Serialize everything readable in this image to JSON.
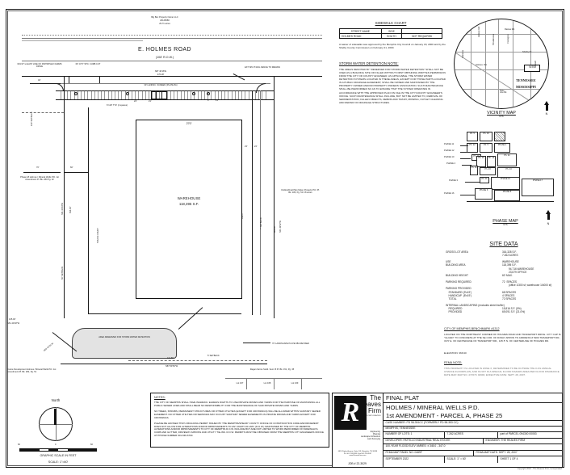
{
  "sheet": {
    "copyright": "copyright 2022 - The Reaves Firm, Incorporated"
  },
  "siteplan": {
    "north_owner": "Big Box Property Owner LLC",
    "north_owner_inst": "20145080",
    "north_owner_acres": "29.71 acres",
    "road_name": "E. HOLMES ROAD",
    "road_row": "(108' R.O.W.)",
    "label_east_line": "619.97' to EAST LINE\nOF DISTRIPLEX\nFARMS DRIVE",
    "label_curbcut": "60' CITY STD.\nCURB CUT",
    "label_splitrail": "EXT SPLIT RAIL\nFENCE TO REMAIN",
    "bearing_top": "S87 40'18\"E",
    "dist_top": "476.28'",
    "label_landsc_screen": "30' LANDSC. SCREEN (PLATE 8A)",
    "label_curb_typ": "6\"x18' TYP.\n(2 spaces)",
    "dim_24": "24'",
    "dim_21": "21'",
    "dim_9": "9'",
    "dim_21b": "21'",
    "dim_19": "19'",
    "building_name": "WAREHOUSE",
    "building_sf": "118,395 S.F.",
    "dim_270": "270'",
    "dim_4385": "438.5'",
    "dim_70": "70'",
    "dim_60": "60'",
    "truck_court": "TRUCK COURT",
    "label_setback_100": "100' SETBACK",
    "label_setback_50": "50' SETBACK",
    "label_setback_7": "7' SETBACK",
    "label_setback_5": "5' SETBACK",
    "label_phase18": "Phase 18\nHolmes / Mineral Wells P.D.\n1st Amendment\nPl. Bk. 280 Pg. 32",
    "label_outline_plan": "Outline/Final Plan\nNolen Property P.D.\nPl. Bk. 183, Pg. 51\n3.8 acres",
    "label_detention": "AREA RESERVED\nFOR STORM WATER\nDETENTION",
    "label_landscape_rev": "70' LANDSCAPE\nPLATE 9B1 REVISED",
    "label_future_dev": "Future Development\nHolmes / Mineral Wells P.D. 1st Amendment\nPl. Bk. 282, Pg. 51",
    "label_ragan": "Ragan Farms Subd. Sect. B\nPl. Bk. 151, Pg. 35",
    "lots": [
      "Lot 167",
      "Lot 168",
      "Lot 169"
    ],
    "bearing_bottom": "N87 50'54\"W",
    "dist_bottom": "116.58'",
    "bearing_west": "S01 41'34\"W",
    "dist_west": "814.00'",
    "bearing_east": "S01 43'52\"W",
    "dist_east": "986.00'",
    "bearing_sw": "N58 40'25\"W",
    "dist_sw": "105.00'",
    "bearing_sw2": "N51 40'18\"W",
    "dim_23": "23'",
    "dim_24b": "24'",
    "dim_9b": "9'"
  },
  "north": {
    "label": "North",
    "scale_caption": "GRAPHIC SCALE IN FEET",
    "scale_value": "SCALE: 1\"=60'",
    "tick_left": "60",
    "tick_mid": "0",
    "tick_right": "60"
  },
  "sidewalk_chart": {
    "title": "SIDEWALK CHART",
    "headers": [
      "STREET NAME",
      "SIDE",
      ""
    ],
    "rows": [
      [
        "HOLMES ROAD",
        "SOUTH",
        "NOT REQUIRED"
      ]
    ],
    "note": "A waiver of sidewalks was approved by the Memphis City Council on January 18, 2000 and by the Shelby County Commission on February 21, 2000."
  },
  "storm_note": {
    "title": "STORM WATER DETENTION NOTE:",
    "body": "THE AREAS DENOTED BY \"RESERVED FOR STORM WATER DETENTION\" SHALL NOT BE USED AS A BUILDING SITE OR FILLED WITHOUT FIRST OBTAINING WRITTEN PERMISSION FROM THE CITY OR COUNTY ENGINEER, AS APPLICABLE. THE STORM WATER DETENTION SYSTEMS LOCATED IN THESE AREAS, EXCEPT FOR THOSE PARTS LOCATED IN A PUBLIC DRAINAGE EASEMENT, SHALL BE OWNED AND MAINTAINED BY THE PROPERTY OWNER AND/OR PROPERTY OWNERS' ASSOCIATION. SUCH MAINTENANCE SHALL BE PERFORMED SO AS TO ENSURE THAT THE SYSTEM OPERATES IN ACCORDANCE WITH THE APPROVED PLAN ON FILE IN THE CITY/COUNTY ENGINEER'S OFFICE. SUCH MAINTENANCE SHALL INCLUDE, BUT NOT BE LIMITED TO, REMOVAL OF SEDIMENTATION, FALLEN OBJECTS, DEBRIS AND TRASH, MOWING, OUTLET CLEANING AND REPAIR OF DRAINAGE STRUCTURES."
  },
  "vicinity_map": {
    "title": "VICINITY MAP",
    "subtitle": "NTS",
    "site_label": "SITE",
    "north_label": "N",
    "state_top": "TENNESSEE",
    "state_bottom": "MISSISSIPPI",
    "roads": [
      "Raines Rd.",
      "Holmes  Rd.",
      "State Line Rd.",
      "Hickory Hill",
      "Tchulahoma",
      "Covington",
      "Shelby Dr.",
      "Swinnea",
      "Hill Rd.",
      "Malone",
      "Airways",
      "Getwell"
    ]
  },
  "phase_map": {
    "title": "PHASE MAP",
    "subtitle": "NTS",
    "north_label": "N",
    "labels": [
      "PHASE 11",
      "PHASE 12",
      "PHASE 10",
      "PHASE 4",
      "PHASE 3",
      "PHASE 16",
      "PHASE 1",
      "PHASE 17",
      "PHASE 8",
      "PHASE 10",
      "PHASE 13",
      "PHASE 6",
      "SITE"
    ],
    "cells": [
      "Ph. 5",
      "Ph. 19",
      "Ph. 22",
      "Ph. 5",
      "Ph. 18",
      "Ph. 15",
      "Ph. 14",
      "Ph. 21",
      "Ph. 20",
      "Ph. 23",
      "Ph. 13"
    ]
  },
  "site_data": {
    "title": "SITE DATA",
    "rows": [
      {
        "label": "GROSS LOT AREA",
        "values": [
          "316,328 S.F.",
          "7.262 ACRES"
        ]
      },
      {
        "label": "",
        "values": []
      },
      {
        "label": "USE",
        "values": [
          "WAREHOUSE"
        ]
      },
      {
        "label": "BUILDING AREA",
        "values": [
          "118,395 S.F.",
          "94,716 WAREHOUSE",
          "23,679 OFFICE"
        ]
      },
      {
        "label": "BUILDING HEIGHT",
        "values": [
          "60' MAX."
        ]
      },
      {
        "label": "",
        "values": []
      },
      {
        "label": "PARKING REQUIRED",
        "values": [
          "72  SPACES",
          "(office 1/300 sf, warehouse 1/4000 sf)"
        ]
      },
      {
        "label": "PARKING PROVIDED",
        "values": []
      },
      {
        "label": "    STANDARD (9'x19')",
        "values": [
          "68 SPACES"
        ]
      },
      {
        "label": "    HANDICAP  (8'x19')",
        "values": [
          "4 SPACES"
        ]
      },
      {
        "label": "    TOTAL",
        "values": [
          "72 SPACES"
        ]
      },
      {
        "label": "",
        "values": []
      },
      {
        "label": "INTERNAL LANDSCAPING (excludes street buffer)",
        "values": []
      },
      {
        "label": "    REQUIRED",
        "values": [
          "15,816 S.F. (5%)"
        ]
      },
      {
        "label": "    PROVIDED",
        "values": [
          "69,091 S.F. (21.0%)"
        ]
      }
    ]
  },
  "benchmark": {
    "title": "CITY OF MEMPHIS BENCHMARK #1312",
    "body": "LOCATED ON THE NORTHEAST CORNER OF HOLMES ROAD AND TRADEPORT DRIVE. CITY CAP IS \"GLUED\" TO CONCRETE AT THE SE COR. OF D/WAY APRON TO ADDRESS # 5200 TRADEPORT DR., 33.5' E. OF CENTERLINE OF TRADEPORT DR., 145.5' N. OF CENTERLINE OF HOLMES RD.",
    "elevation": "ELEVATION:  366.90"
  },
  "fema_note": {
    "title": "FEMA NOTE:",
    "body": "THIS PROPERTY IS LOCATED IN ZONE X, DETERMINED TO BE OUTSIDE THE 0.2% ANNUAL CHANCE FLOODPLAIN, AND IS NOT IN A SPECIAL FLOOD HAZARD AREA PER FLOOD INSURANCE RATE MAP. MAP NO. 47157C 0469F, EFFECTIVE DATE: SEPT. 28, 2007.",
    "panel": "100 YEAR FLOOD ELEVATION VARIES:  ± 345.0 - 347.0"
  },
  "notes": {
    "title": "NOTES:",
    "items": [
      "THE CITY OF MEMPHIS SHALL HAVE INGRESS / EGRESS RIGHTS TO USE PRIVATE DRIVES AND YARDS FOR THE PURPOSE OF MAINTAINING ALL PUBLIC SEWER LINES AND SHALL BEAR NO RESPONSIBILITY FOR THE MAINTENANCE OF SAID PRIVATE DRIVES AND YARDS.",
      "NO TREES, SHRUBS, PERMANENT STRUCTURES OR OTHER UTILITIES (EXCEPT FOR CROSSINGS) WILL BE ALLOWED WITHIN SANITARY SEWER EASEMENT.  NO OTHER UTILITIES OR SERVICES MAY OCCUPY SANITARY SEWER EASEMENTS IN PRIVATE DRIVES AND YARDS EXCEPT FOR CROSSINGS.",
      "PLEASE BE ADVISED THAT A BUILDING PERMIT ISSUED BY THE MEMPHIS/SHELBY COUNTY OFFICE OF CONSTRUCTION CODE ENFORCEMENT DOES NOT ALLOW FOR ALTERATIONS AND/OR IMPROVEMENTS TO ANY RIGHT-OF-WAY (R.O.W.) MAINTAINED BY THE CITY OF MEMPHIS. ALTERATIONS AND/OR IMPROVEMENTS TO CITY OF MEMPHIS R.O.W. INCLUDE BUT ARE NOT LIMITED TO WORK PERFORMED ON SIDEWALKS, CURB AND GUTTER, DRIVEWAY APRONS AND UTILITY TIE-INS.  R.O.W. PERMITS MUST BE OBTAINED FROM THE MEMPHIS CITY ENGINEERS OFFICE AT PHONE NUMBER 901-636-6700."
    ]
  },
  "titleblock": {
    "logo": {
      "letter": "R",
      "line1": "The",
      "line2": "Reaves",
      "line3": "Firm",
      "tagline": "INCORPORATED",
      "services": "Engineering\nPlanning\nLandscape Architecture\nLand Surveying",
      "address": "6820 Poplar Avenue, Suite 101, Memphis, TN 38138\nPh. 901.755.8558  Fax 901.755.8547\nwww.ReavesFirm.com",
      "job": "JOB # 22-3029"
    },
    "doc_type": "FINAL PLAT",
    "title_line1": "HOLMES / MINERAL WELLS P.D.",
    "title_line2": "1st AMENDMENT - PARCEL A, PHASE 25",
    "case_number": "CASE NUMBER:  PD 98-351CC   (FORMERLY PD 98-353 CC)",
    "location": "MEMPHIS, TENNESSEE",
    "number_of_lots": "NUMBER OF LOTS:  1",
    "acres": "7.262 ACRES",
    "parcel": "part of PARCEL 094300 00053",
    "developer": "DEVELOPER:  PATTILLO INDUSTRIAL REAL ESTATE",
    "engineer": "ENGINEER:  THE REAVES FIRM",
    "flood": "100-YEAR FLOOD ELEV VARIES:  ± 345.0 - 347.0",
    "fema_panel": "FEMA MAP PANEL NO: 0469F",
    "fema_date": "FEMA MAP DATE: SEPT. 28, 2007",
    "date": "SEPTEMBER 2022",
    "scale": "SCALE: 1\" = 60'",
    "sheet": "SHEET 1 OF 4"
  }
}
